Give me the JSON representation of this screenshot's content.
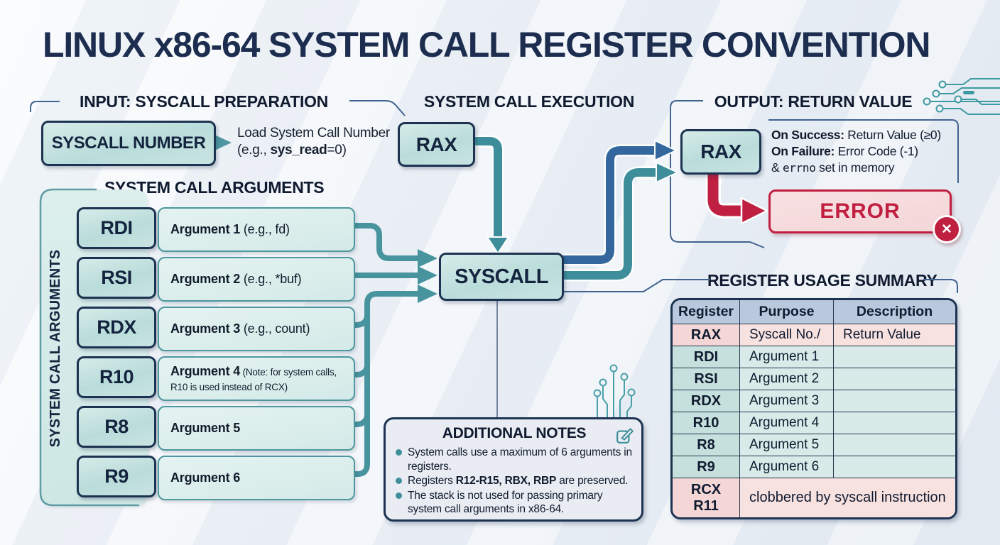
{
  "title": "LINUX x86-64 SYSTEM CALL REGISTER CONVENTION",
  "headers": {
    "input": "INPUT: SYSCALL PREPARATION",
    "execution": "SYSTEM CALL EXECUTION",
    "output": "OUTPUT: RETURN VALUE",
    "arguments": "SYSTEM CALL ARGUMENTS",
    "arguments_vertical": "SYSTEM CALL ARGUMENTS",
    "summary": "REGISTER USAGE SUMMARY",
    "notes": "ADDITIONAL NOTES"
  },
  "input": {
    "syscall_number": "SYSCALL NUMBER",
    "load_line1": "Load System Call Number",
    "load_prefix": "(e.g., ",
    "load_bold": "sys_read",
    "load_suffix": "=0)",
    "args": [
      {
        "register": "RDI",
        "label": "Argument 1",
        "detail": " (e.g., fd)"
      },
      {
        "register": "RSI",
        "label": "Argument 2",
        "detail": " (e.g., *buf)"
      },
      {
        "register": "RDX",
        "label": "Argument 3",
        "detail": " (e.g., count)"
      },
      {
        "register": "R10",
        "label": "Argument 4",
        "detail": " (Note: for system calls, R10 is used instead of RCX)"
      },
      {
        "register": "R8",
        "label": "Argument 5",
        "detail": ""
      },
      {
        "register": "R9",
        "label": "Argument 6",
        "detail": ""
      }
    ]
  },
  "execution": {
    "rax": "RAX",
    "syscall": "SYSCALL"
  },
  "output": {
    "rax": "RAX",
    "success_label": "On Success:",
    "success_text": " Return Value (≥0)",
    "failure_label": "On Failure:",
    "failure_text": " Error Code (-1)",
    "errno_prefix": "& ",
    "errno_code": "errno",
    "errno_suffix": " set in memory",
    "error": "ERROR",
    "error_badge": "✕"
  },
  "summary": {
    "columns": [
      "Register",
      "Purpose",
      "Description"
    ],
    "rows": [
      {
        "register": "RAX",
        "purpose": "Syscall No./",
        "description": "Return Value"
      },
      {
        "register": "RDI",
        "purpose": "Argument 1",
        "description": ""
      },
      {
        "register": "RSI",
        "purpose": "Argument 2",
        "description": ""
      },
      {
        "register": "RDX",
        "purpose": "Argument 3",
        "description": ""
      },
      {
        "register": "R10",
        "purpose": "Argument 4",
        "description": ""
      },
      {
        "register": "R8",
        "purpose": "Argument 5",
        "description": ""
      },
      {
        "register": "R9",
        "purpose": "Argument 6",
        "description": ""
      }
    ],
    "clobbered": {
      "register_top": "RCX",
      "register_bottom": "R11",
      "text": "clobbered by syscall instruction"
    }
  },
  "notes": {
    "bullets": [
      {
        "prefix": "System calls use a maximum of 6 arguments in registers.",
        "bold": "",
        "suffix": ""
      },
      {
        "prefix": "Registers ",
        "bold": "R12-R15, RBX, RBP",
        "suffix": " are preserved."
      },
      {
        "prefix": "The stack is not used for passing primary system call arguments in x86-64.",
        "bold": "",
        "suffix": ""
      }
    ]
  },
  "icons": {
    "edit_icon": "✎",
    "error_x_icon": "✕"
  },
  "colors": {
    "navy": "#1d3352",
    "teal": "#47939e",
    "blue": "#33679e",
    "red": "#c01f40",
    "pink": "#f5d9d8",
    "mint": "#d8ebe8",
    "table_header": "#b9c8dc",
    "background": "#eff3f8"
  }
}
